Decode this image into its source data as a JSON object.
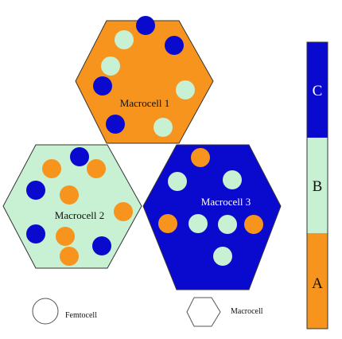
{
  "colors": {
    "band_a": "#f7941d",
    "band_b": "#c8f0d2",
    "band_c": "#0a0acf",
    "outline": "#333333"
  },
  "macrocells": [
    {
      "label": "Macrocell 1",
      "band": "A"
    },
    {
      "label": "Macrocell 2",
      "band": "B"
    },
    {
      "label": "Macrocell 3",
      "band": "C"
    }
  ],
  "spectrum": {
    "bands": [
      {
        "label": "C",
        "band": "C"
      },
      {
        "label": "B",
        "band": "B"
      },
      {
        "label": "A",
        "band": "A"
      }
    ]
  },
  "legend": {
    "femtocell_label": "Femtocell",
    "macrocell_label": "Macrocell"
  }
}
